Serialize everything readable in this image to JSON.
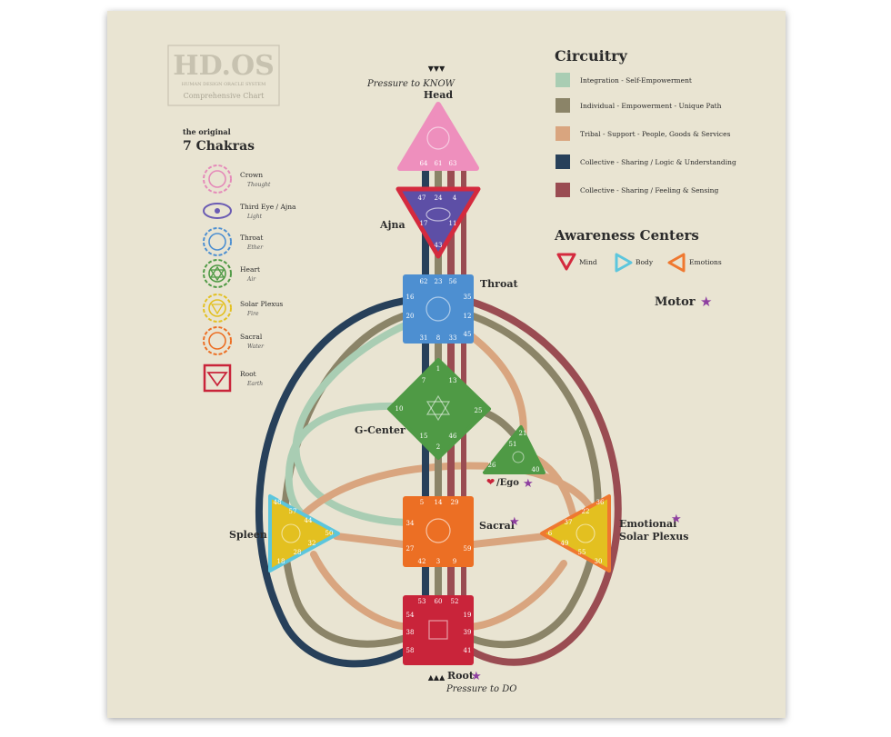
{
  "logo": {
    "title": "HD.OS",
    "subtitle": "HUMAN DESIGN ORACLE SYSTEM",
    "tagline": "Comprehensive Chart"
  },
  "chakras": {
    "intro": "the original",
    "title": "7 Chakras",
    "items": [
      {
        "name": "Crown",
        "element": "Thought",
        "color": "#e58ab9"
      },
      {
        "name": "Third Eye / Ajna",
        "element": "Light",
        "color": "#6a5bb3"
      },
      {
        "name": "Throat",
        "element": "Ether",
        "color": "#4d8fd1"
      },
      {
        "name": "Heart",
        "element": "Air",
        "color": "#4f9a45"
      },
      {
        "name": "Solar Plexus",
        "element": "Fire",
        "color": "#e3c020"
      },
      {
        "name": "Sacral",
        "element": "Water",
        "color": "#ec6f24"
      },
      {
        "name": "Root",
        "element": "Earth",
        "color": "#c9243a"
      }
    ]
  },
  "circuitry": {
    "title": "Circuitry",
    "items": [
      {
        "label": "Integration - Self-Empowerment",
        "color": "#a9cdb3"
      },
      {
        "label": "Individual - Empowerment - Unique Path",
        "color": "#8b8468"
      },
      {
        "label": "Tribal - Support - People, Goods & Services",
        "color": "#d9a57f"
      },
      {
        "label": "Collective - Sharing / Logic & Understanding",
        "color": "#27405a"
      },
      {
        "label": "Collective - Sharing / Feeling & Sensing",
        "color": "#9a4c52"
      }
    ]
  },
  "awareness": {
    "title": "Awareness Centers",
    "items": [
      {
        "label": "Mind",
        "color": "#d42a3e"
      },
      {
        "label": "Body",
        "color": "#5cc6dd"
      },
      {
        "label": "Emotions",
        "color": "#ef7830"
      }
    ]
  },
  "motor": {
    "label": "Motor",
    "star_color": "#8e3fa0"
  },
  "pressure": {
    "top": "Pressure to KNOW",
    "bottom": "Pressure to DO"
  },
  "centers": {
    "head": {
      "label": "Head",
      "color": "#ee8fbd",
      "gates": [
        "64",
        "61",
        "63"
      ]
    },
    "ajna": {
      "label": "Ajna",
      "color": "#5d4fa6",
      "border": "#d42a3e",
      "gates": [
        "47",
        "24",
        "4",
        "17",
        "11",
        "43"
      ]
    },
    "throat": {
      "label": "Throat",
      "color": "#4d8fd1",
      "gates": [
        "62",
        "23",
        "56",
        "16",
        "35",
        "20",
        "12",
        "31",
        "8",
        "33",
        "45"
      ]
    },
    "g": {
      "label": "G-Center",
      "color": "#4f9a45",
      "gates": [
        "1",
        "7",
        "13",
        "10",
        "25",
        "15",
        "46",
        "2"
      ]
    },
    "ego": {
      "label": "/Ego",
      "color": "#4f9a45",
      "gates": [
        "21",
        "51",
        "26",
        "40"
      ]
    },
    "sacral": {
      "label": "Sacral",
      "color": "#ec6f24",
      "gates": [
        "5",
        "14",
        "29",
        "34",
        "27",
        "59",
        "42",
        "3",
        "9"
      ]
    },
    "spleen": {
      "label": "Spleen",
      "color": "#e3c020",
      "border": "#5cc6dd",
      "gates": [
        "48",
        "57",
        "44",
        "50",
        "32",
        "28",
        "18"
      ]
    },
    "solar": {
      "label": "Emotional",
      "label2": "Solar Plexus",
      "color": "#e3c020",
      "border": "#ef7830",
      "gates": [
        "36",
        "22",
        "37",
        "6",
        "49",
        "55",
        "30"
      ]
    },
    "root": {
      "label": "Root",
      "color": "#c9243a",
      "gates": [
        "53",
        "60",
        "52",
        "54",
        "19",
        "38",
        "39",
        "58",
        "41"
      ]
    }
  }
}
